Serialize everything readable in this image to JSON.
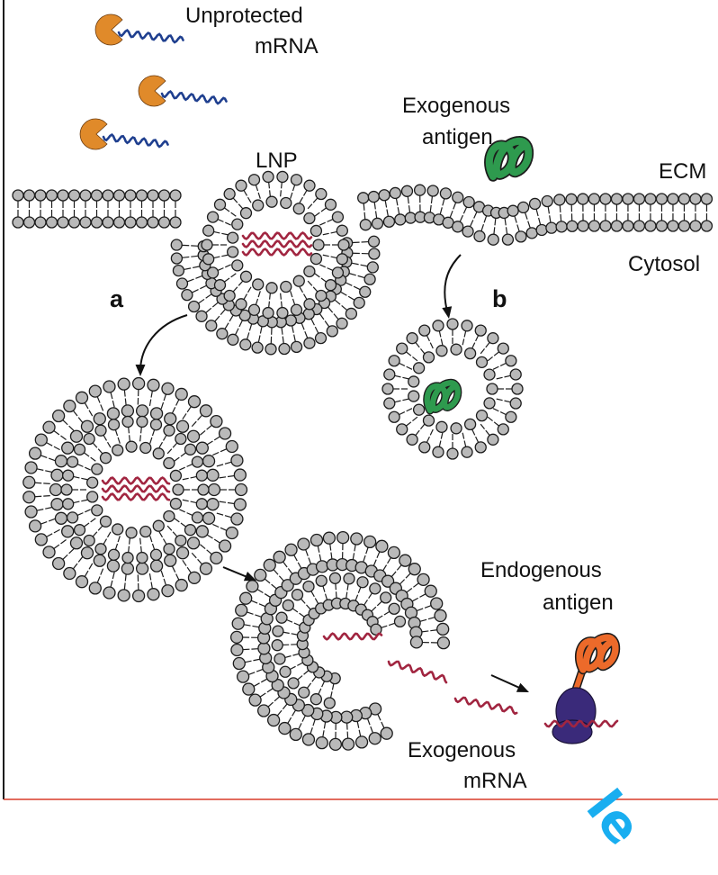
{
  "labels": {
    "unprotected_mrna_line1": "Unprotected",
    "unprotected_mrna_line2": "mRNA",
    "exogenous_antigen_line1": "Exogenous",
    "exogenous_antigen_line2": "antigen",
    "lnp": "LNP",
    "ecm": "ECM",
    "cytosol": "Cytosol",
    "pathway_a": "a",
    "pathway_b": "b",
    "endogenous_antigen_line1": "Endogenous",
    "endogenous_antigen_line2": "antigen",
    "exogenous_mrna_line1": "Exogenous",
    "exogenous_mrna_line2": "mRNA"
  },
  "watermark": "le",
  "colors": {
    "lipid_head": "#b9b9b9",
    "lipid_outline": "#1c1c1c",
    "mrna": "#a12540",
    "unprotected_mrna": "#1f3f8f",
    "rnase": "#e08a2a",
    "exogenous_antigen": "#2e9a4e",
    "endogenous_antigen": "#ec6a2a",
    "ribosome": "#3a2a7a",
    "rule_line": "#d83b2a",
    "frame_line": "#1c1c1c"
  }
}
